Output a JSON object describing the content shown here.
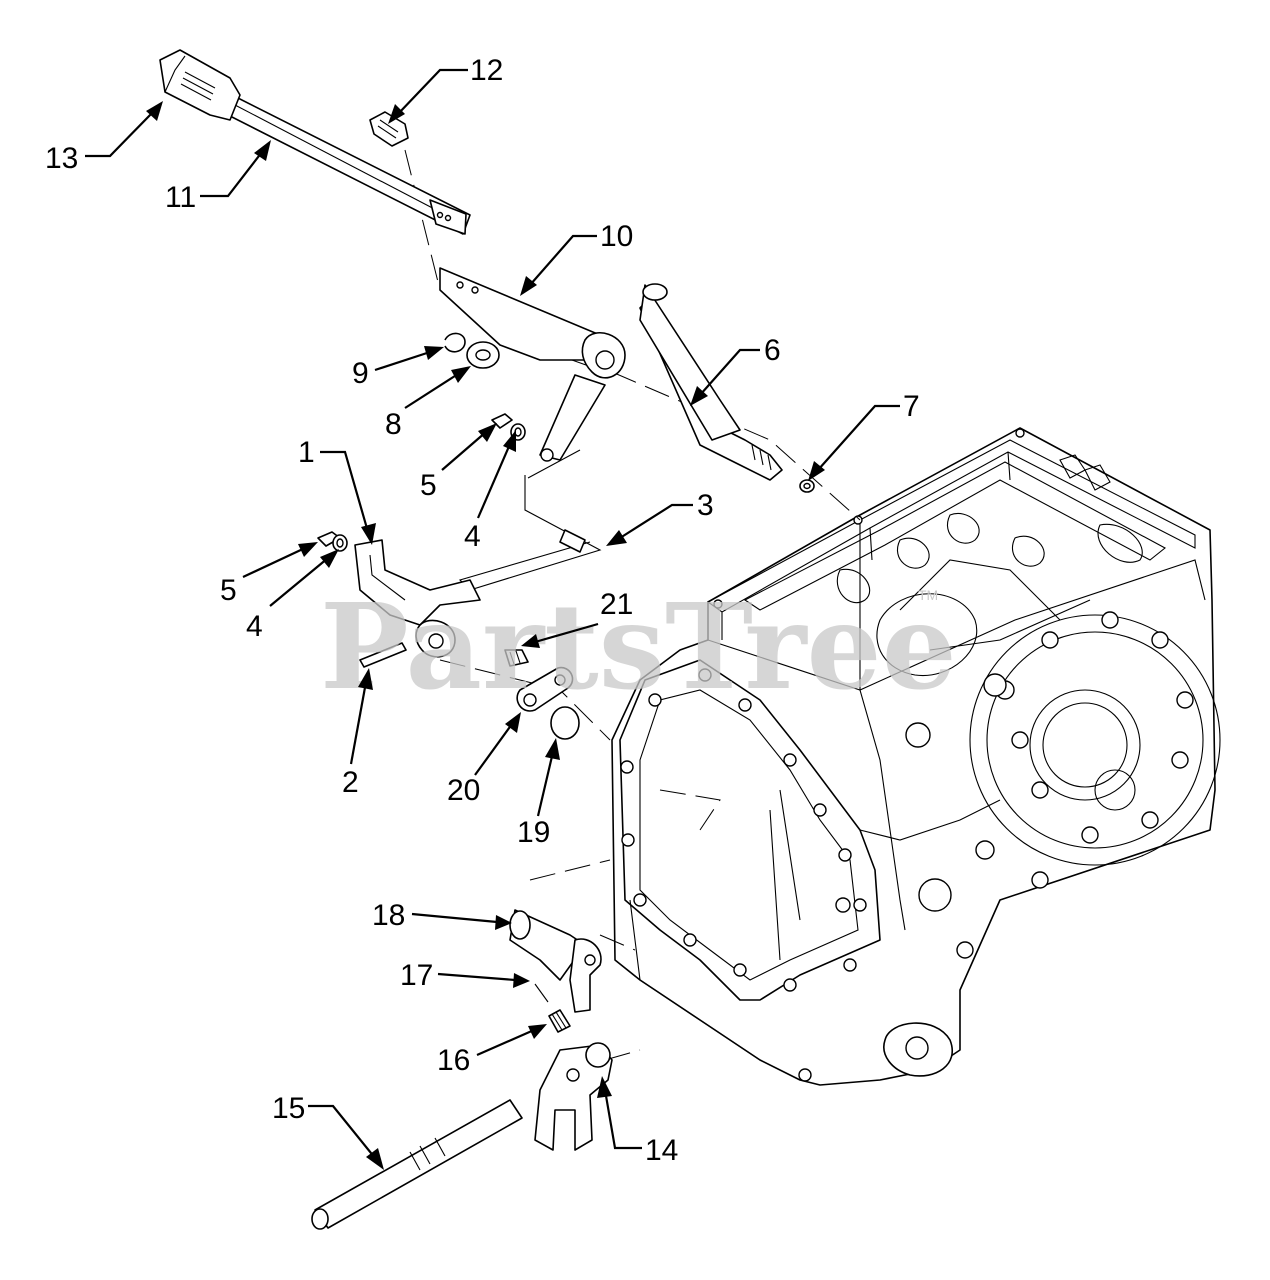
{
  "watermark": {
    "text": "PartsTree",
    "trademark": "TM"
  },
  "callouts": [
    {
      "id": "c1",
      "label": "1"
    },
    {
      "id": "c2",
      "label": "2"
    },
    {
      "id": "c3",
      "label": "3"
    },
    {
      "id": "c4a",
      "label": "4"
    },
    {
      "id": "c4b",
      "label": "4"
    },
    {
      "id": "c5a",
      "label": "5"
    },
    {
      "id": "c5b",
      "label": "5"
    },
    {
      "id": "c6",
      "label": "6"
    },
    {
      "id": "c7",
      "label": "7"
    },
    {
      "id": "c8",
      "label": "8"
    },
    {
      "id": "c9",
      "label": "9"
    },
    {
      "id": "c10",
      "label": "10"
    },
    {
      "id": "c11",
      "label": "11"
    },
    {
      "id": "c12",
      "label": "12"
    },
    {
      "id": "c13",
      "label": "13"
    },
    {
      "id": "c14",
      "label": "14"
    },
    {
      "id": "c15",
      "label": "15"
    },
    {
      "id": "c16",
      "label": "16"
    },
    {
      "id": "c17",
      "label": "17"
    },
    {
      "id": "c18",
      "label": "18"
    },
    {
      "id": "c19",
      "label": "19"
    },
    {
      "id": "c20",
      "label": "20"
    },
    {
      "id": "c21",
      "label": "21"
    }
  ]
}
